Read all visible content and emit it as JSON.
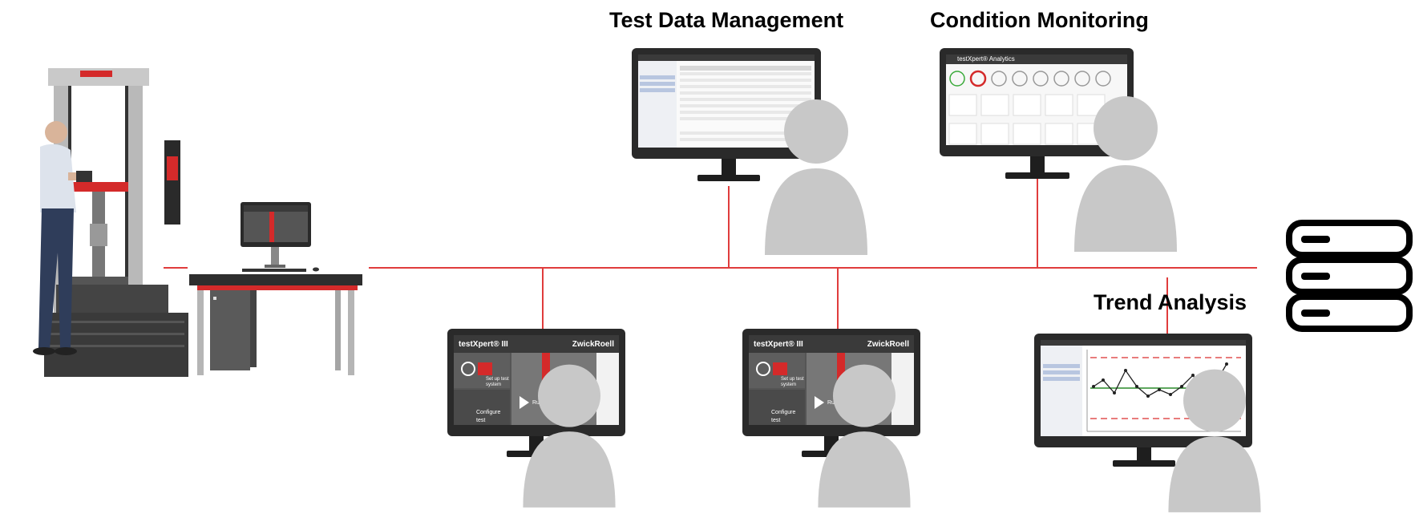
{
  "labels": {
    "test_data_management": "Test Data Management",
    "condition_monitoring": "Condition Monitoring",
    "trend_analysis": "Trend Analysis"
  },
  "workstation_app": {
    "title": "testXpert® III",
    "brand": "ZwickRoell",
    "tiles": {
      "setup": "Set up test system",
      "configure": "Configure test",
      "run": "Run test"
    }
  },
  "analytics_app": {
    "title": "testXpert® Analytics"
  },
  "colors": {
    "network_line": "#e03c3c",
    "accent_red": "#d42a2a",
    "monitor_frame": "#2a2a2a",
    "person_silhouette": "#c8c8c8",
    "trend_line": "#2a8a2a",
    "trend_limit": "#e05050"
  },
  "icons": [
    "server-stack-icon",
    "person-silhouette-icon",
    "gear-icon",
    "play-icon"
  ]
}
